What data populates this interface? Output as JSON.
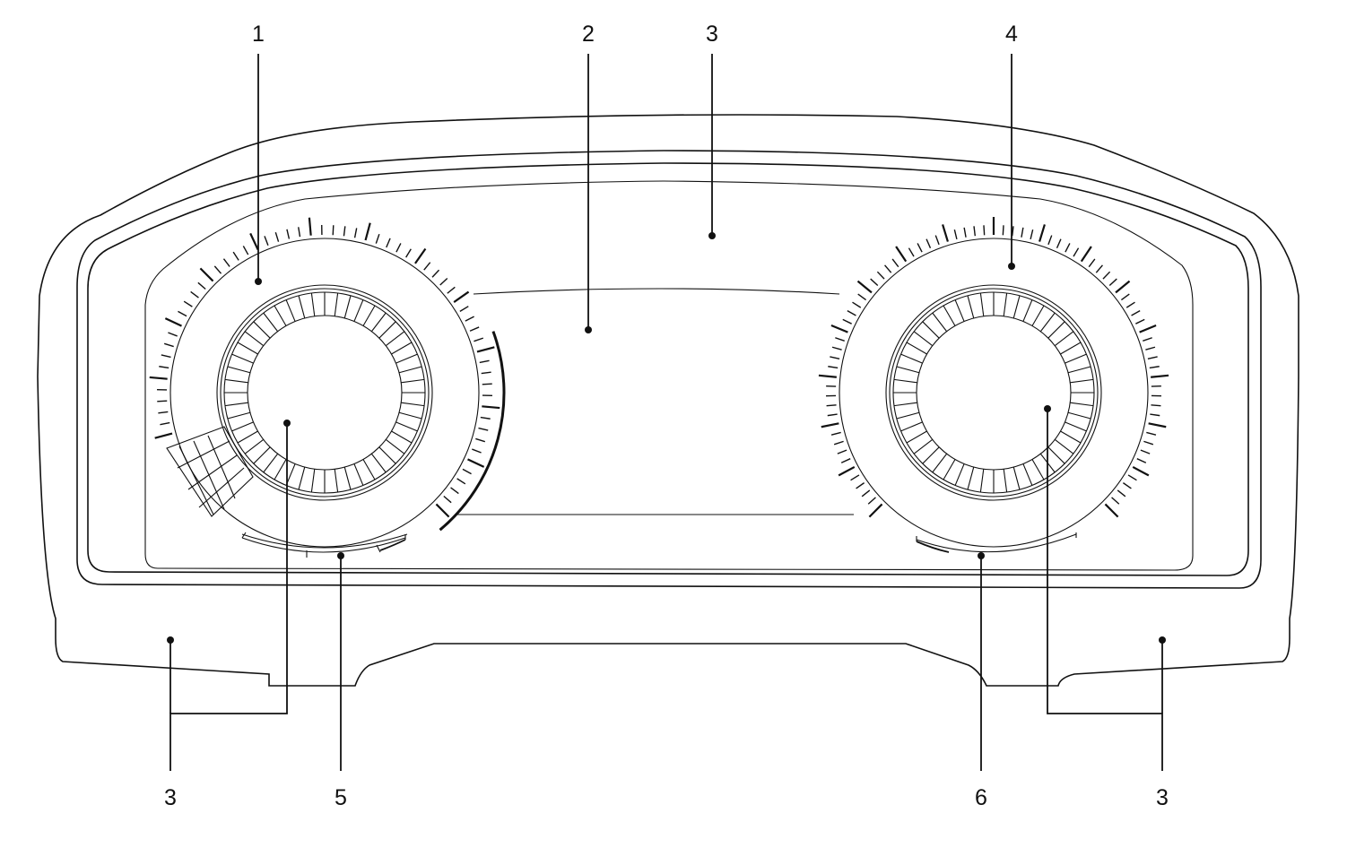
{
  "diagram": {
    "callouts": {
      "top_1": "1",
      "top_2": "2",
      "top_3": "3",
      "top_4": "4",
      "bottom_3_left": "3",
      "bottom_5": "5",
      "bottom_6": "6",
      "bottom_3_right": "3"
    }
  }
}
